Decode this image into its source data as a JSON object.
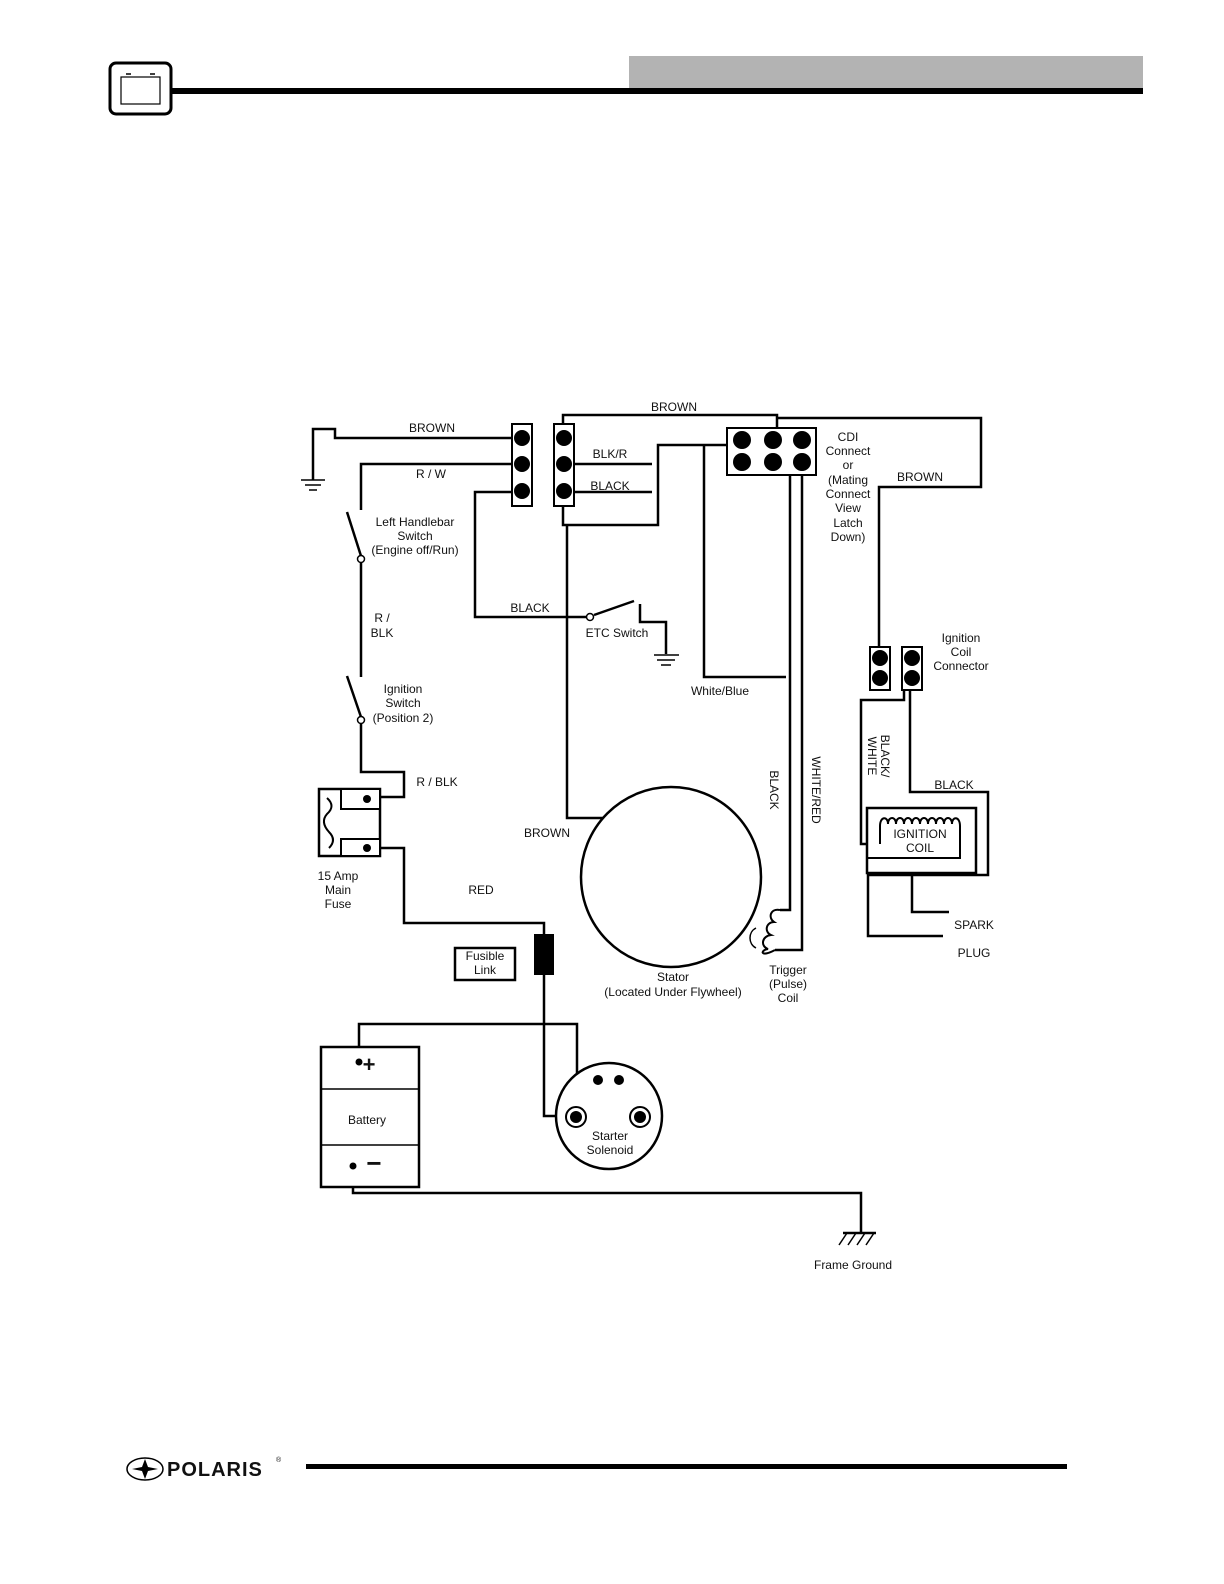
{
  "header": {
    "icon": "battery-icon"
  },
  "footer": {
    "logo_text": "POLARIS",
    "logo_mark": "®"
  },
  "labels": {
    "brown_top": "BROWN",
    "brown_left": "BROWN",
    "rw": "R / W",
    "blkr": "BLK/R",
    "black_top": "BLACK",
    "cdi": [
      "CDI",
      "Connect",
      "or",
      "(Mating",
      "Connect",
      "View",
      "Latch",
      "Down)"
    ],
    "brown_right": "BROWN",
    "handlebar_switch": [
      "Left Handlebar",
      "Switch",
      "(Engine off/Run)"
    ],
    "r_blk_mid": [
      "R /",
      "BLK"
    ],
    "black_etc": "BLACK",
    "etc_switch": "ETC Switch",
    "ignition_coil_connector": [
      "Ignition",
      "Coil",
      "Connector"
    ],
    "ignition_switch": [
      "Ignition",
      "Switch",
      "(Position 2)"
    ],
    "white_blue": "White/Blue",
    "black_vertical": "BLACK",
    "white_red_vertical": "WHITE/RED",
    "black_white": [
      "BLACK/",
      "WHITE"
    ],
    "r_blk_low": "R / BLK",
    "black_coil": "BLACK",
    "ignition_coil": [
      "IGNITION",
      "COIL"
    ],
    "brown_stator": "BROWN",
    "fuse": [
      "15 Amp",
      "Main",
      "Fuse"
    ],
    "red": "RED",
    "spark": "SPARK",
    "plug": "PLUG",
    "fusible_link": [
      "Fusible",
      "Link"
    ],
    "stator": [
      "Stator",
      "(Located Under Flywheel)"
    ],
    "trigger": [
      "Trigger",
      "(Pulse)",
      "Coil"
    ],
    "battery": "Battery",
    "plus": "+",
    "minus": "−",
    "starter_solenoid": [
      "Starter",
      "Solenoid"
    ],
    "frame_ground": "Frame Ground"
  }
}
